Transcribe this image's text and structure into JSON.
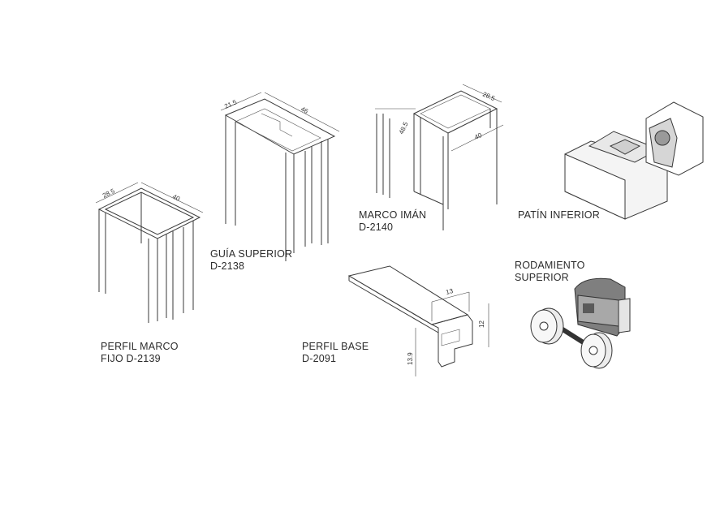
{
  "parts": [
    {
      "name": "PERFIL MARCO",
      "code": "FIJO D-2139",
      "dims": [
        "28.5",
        "40"
      ]
    },
    {
      "name": "GUÍA SUPERIOR",
      "code": "D-2138",
      "dims": [
        "21.5",
        "46"
      ]
    },
    {
      "name": "MARCO IMÁN",
      "code": "D-2140",
      "dims": [
        "28.5",
        "48.5",
        "40"
      ]
    },
    {
      "name": "PATÍN INFERIOR",
      "code": ""
    },
    {
      "name": "PERFIL BASE",
      "code": "D-2091",
      "dims": [
        "13",
        "12",
        "13.9"
      ]
    },
    {
      "name": "RODAMIENTO",
      "code": "SUPERIOR"
    }
  ],
  "colors": {
    "line": "#3a3a3a",
    "text": "#2b2b2b",
    "hardware_grey": "#8c8c8c"
  }
}
